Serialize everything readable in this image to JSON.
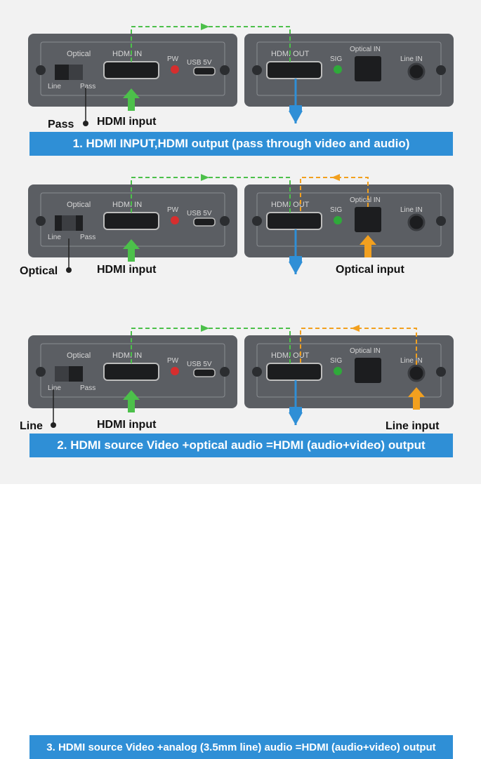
{
  "colors": {
    "device": "#5b5e63",
    "accent": "#2f8fd6",
    "green_arrow": "#4cc04a",
    "orange_arrow": "#f2a01f",
    "banner": "#2f8fd6"
  },
  "labels": {
    "optical": "Optical",
    "line": "Line",
    "pass": "Pass",
    "hdmi_in": "HDMI IN",
    "pw": "PW",
    "usb": "USB 5V",
    "hdmi_out": "HDMI OUT",
    "sig": "SIG",
    "optical_in": "Optical IN",
    "line_in": "Line IN"
  },
  "panels": [
    {
      "switch_label": "Pass",
      "input_label": "HDMI input",
      "secondary_label": "",
      "banner": "1. HDMI INPUT,HDMI output (pass through video and audio)"
    },
    {
      "switch_label": "Optical",
      "input_label": "HDMI input",
      "secondary_label": "Optical input",
      "banner": "2. HDMI source Video +optical audio =HDMI (audio+video) output"
    },
    {
      "switch_label": "Line",
      "input_label": "HDMI input",
      "secondary_label": "Line input",
      "banner": "3. HDMI source Video +analog (3.5mm line) audio =HDMI (audio+video) output"
    }
  ]
}
